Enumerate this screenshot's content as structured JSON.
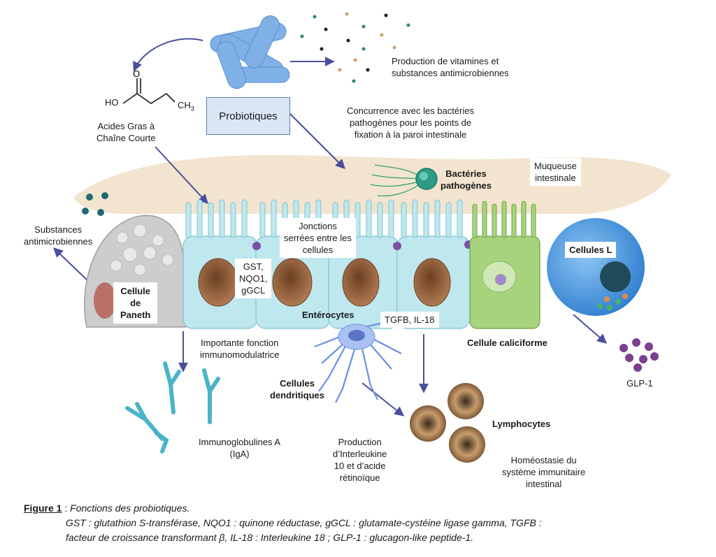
{
  "labels": {
    "production_vitamines": [
      "Production de vitamines et",
      "substances antimicrobiennes"
    ],
    "probiotiques": "Probiotiques",
    "concurrence": [
      "Concurrence avec les bactéries",
      "pathogènes pour les points de",
      "fixation à la paroi intestinale"
    ],
    "acides_gras": [
      "Acides Gras à",
      "Chaîne Courte"
    ],
    "molecule": {
      "ho": "HO",
      "ch3": "CH",
      "ch3_sub": "3"
    },
    "bacteries": [
      "Bactéries",
      "pathogènes"
    ],
    "muqueuse": [
      "Muqueuse",
      "intestinale"
    ],
    "substances_antimicro": [
      "Substances",
      "antimicrobiennes"
    ],
    "jonctions": [
      "Jonctions",
      "serrées entre les",
      "cellules"
    ],
    "gst_box": [
      "GST,",
      "NQO1,",
      "gGCL"
    ],
    "paneth": [
      "Cellule",
      "de",
      "Paneth"
    ],
    "cellules_l": "Cellules L",
    "enterocytes": "Entérocytes",
    "tgfb": "TGFB, IL-18",
    "cellule_caliciforme": "Cellule caliciforme",
    "immunomod": [
      "Importante fonction",
      "immunomodulatrice"
    ],
    "dendritiques": [
      "Cellules",
      "dendritiques"
    ],
    "glp1": "GLP-1",
    "lymphocytes": "Lymphocytes",
    "immunoglobulines": [
      "Immunoglobulines A",
      "(IgA)"
    ],
    "production_il": [
      "Production",
      "d’Interleukine",
      "10 et d’acide",
      "rétinoïque"
    ],
    "homeostasie": [
      "Homéostasie du",
      "système immunitaire",
      "intestinal"
    ]
  },
  "caption": {
    "figure": "Figure 1",
    "sep": " : ",
    "title": "Fonctions des probiotiques.",
    "line2": "GST :  glutathion S-transférase, NQO1 : quinone réductase, gGCL : glutamate-cystéine ligase gamma, TGFB :",
    "line3": "facteur de croissance transformant β, IL-18 : Interleukine 18 ; GLP-1 : glucagon-like peptide-1."
  },
  "colors": {
    "arrow": "#4a4f9c",
    "mucus": "#f3e4cf",
    "enterocyte": "#bfe7ee",
    "nucleus": "#8a5a3c",
    "goblet": "#a7d37c",
    "l_cell": "#3d8fd6",
    "probiotic": "#7fb0e6",
    "paneth": "#cdcdcd"
  }
}
